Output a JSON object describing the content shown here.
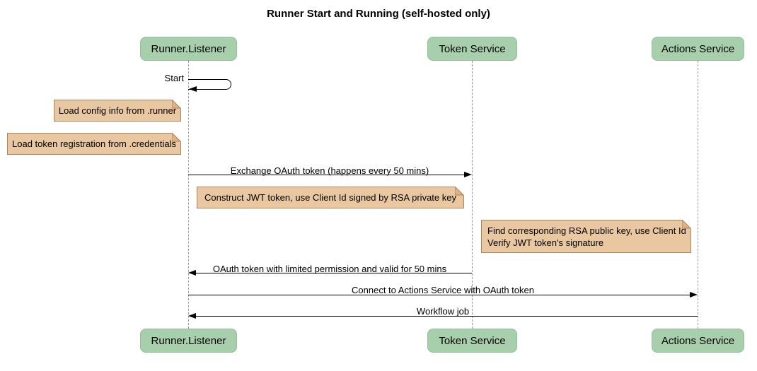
{
  "title": "Runner Start and Running (self-hosted only)",
  "diagram_type": "sequence",
  "colors": {
    "actor_fill": "#A8CFAC",
    "note_fill": "#E9C7A0",
    "note_border": "#A9865F",
    "lifeline": "#999999",
    "arrow": "#000000",
    "background": "#ffffff"
  },
  "actors": [
    {
      "name": "Runner.Listener"
    },
    {
      "name": "Token Service"
    },
    {
      "name": "Actions Service"
    }
  ],
  "messages": [
    {
      "label": "Start",
      "from": "Runner.Listener",
      "to": "Runner.Listener",
      "type": "self"
    },
    {
      "label": "Exchange OAuth token (happens every 50 mins)",
      "from": "Runner.Listener",
      "to": "Token Service",
      "type": "solid"
    },
    {
      "label": "OAuth token with limited permission and valid for 50 mins",
      "from": "Token Service",
      "to": "Runner.Listener",
      "type": "solid"
    },
    {
      "label": "Connect to Actions Service with OAuth token",
      "from": "Runner.Listener",
      "to": "Actions Service",
      "type": "solid"
    },
    {
      "label": "Workflow job",
      "from": "Actions Service",
      "to": "Runner.Listener",
      "type": "solid"
    }
  ],
  "notes": [
    {
      "text": "Load config info from .runner",
      "anchor": "left of Runner.Listener"
    },
    {
      "text": "Load token registration from .credentials",
      "anchor": "left of Runner.Listener"
    },
    {
      "text": "Construct JWT token, use Client Id signed by RSA private key",
      "anchor": "between Runner.Listener and Token Service"
    },
    {
      "lines": [
        "Find corresponding RSA public key, use Client Id",
        "Verify JWT token's signature"
      ],
      "anchor": "left of Actions Service"
    }
  ]
}
